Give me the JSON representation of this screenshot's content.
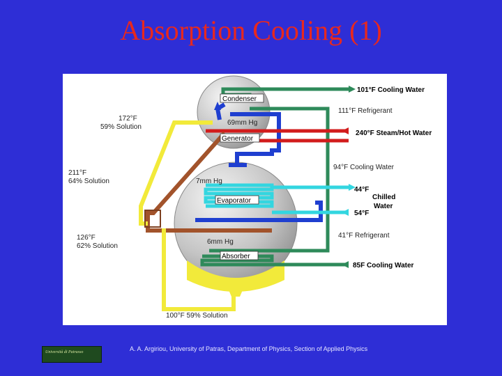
{
  "slide": {
    "title": "Absorption Cooling (1)",
    "footer": "A. A. Argiriou, University of Patras, Department of Physics, Section of Applied Physics"
  },
  "logo": {
    "text": "Università di Patrasso",
    "icon": "university-logo-icon"
  },
  "diagram": {
    "vessels": {
      "condenser": "Condenser",
      "generator": "Generator",
      "evaporator": "Evaporator",
      "absorber": "Absorber"
    },
    "pressures": {
      "upper": "69mm Hg",
      "middle": "7mm Hg",
      "lower": "6mm Hg"
    },
    "streams": {
      "cooling_water_out": "101°F Cooling Water",
      "refrigerant_hot": "111°F Refrigerant",
      "steam_hot_water": "240°F Steam/Hot Water",
      "cooling_water_mid": "94°F Cooling Water",
      "chilled_out_temp": "44°F",
      "chilled_in_temp": "54°F",
      "chilled_label_1": "Chilled",
      "chilled_label_2": "Water",
      "refrigerant_cold": "41°F Refrigerant",
      "cooling_water_in": "85F Cooling Water"
    },
    "solutions": {
      "s1_temp": "172°F",
      "s1_conc": "59% Solution",
      "s2_temp": "211°F",
      "s2_conc": "64% Solution",
      "s3_temp": "126°F",
      "s3_conc": "62% Solution",
      "bottom": "100°F 59% Solution"
    },
    "colors": {
      "cooling_water": "#2e8a5a",
      "refrigerant": "#1f3fd0",
      "steam": "#d21c1c",
      "chilled_water": "#33d6e0",
      "solution_weak": "#f2ea3a",
      "solution_strong": "#a2532b"
    }
  }
}
